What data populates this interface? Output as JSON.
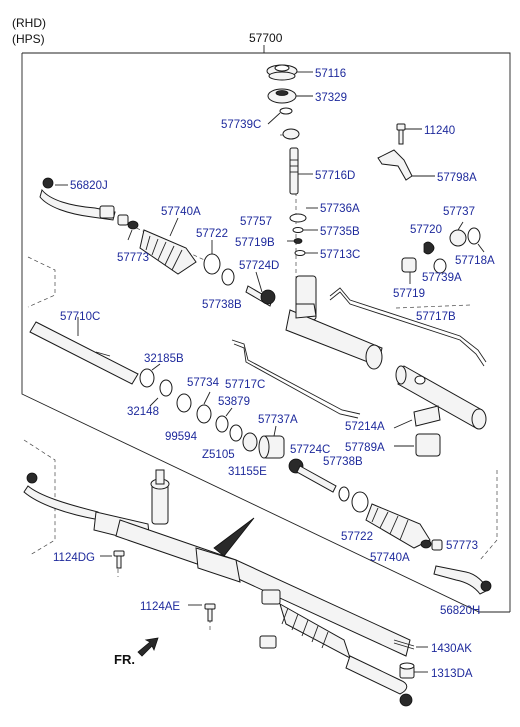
{
  "header": {
    "line1": "(RHD)",
    "line2": "(HPS)"
  },
  "assembly_label": "57700",
  "direction_label": "FR.",
  "parts": [
    "57116",
    "37329",
    "57739C",
    "11240",
    "57716D",
    "57798A",
    "56820J",
    "57740A",
    "57736A",
    "57737",
    "57757",
    "57735B",
    "57720",
    "57722",
    "57719B",
    "57713C",
    "57718A",
    "57773",
    "57724D",
    "57739A",
    "57719",
    "57738B",
    "57710C",
    "57717B",
    "32185B",
    "57734",
    "57717C",
    "32148",
    "53879",
    "99594",
    "57737A",
    "57214A",
    "Z5105",
    "57789A",
    "57724C",
    "31155E",
    "57738B",
    "57722",
    "57773",
    "1124DG",
    "57740A",
    "56820H",
    "1124AE",
    "1430AK",
    "1313DA"
  ]
}
